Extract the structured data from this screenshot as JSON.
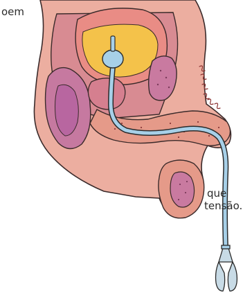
{
  "text_fragments": {
    "top_left": "oem",
    "right_line1": "que",
    "right_line2": "tensão."
  },
  "colors": {
    "body_skin": "#ecaea0",
    "body_outline": "#3a2a2a",
    "bladder_wall": "#e98c85",
    "bladder_urine": "#f4c24a",
    "prostate": "#d57f8f",
    "rectum": "#d48fa8",
    "pelvic_inner": "#cc7f92",
    "bone_tissue": "#c97aa0",
    "penis_shaft": "#e59a89",
    "catheter": "#a7d0e8",
    "catheter_outline": "#2a2a2a",
    "hair": "#8a3030"
  },
  "icons": {
    "catheter_connector": "catheter-connector-icon"
  }
}
